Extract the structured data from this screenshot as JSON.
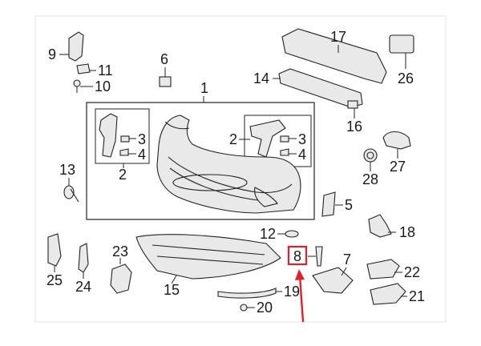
{
  "diagram": {
    "callouts": [
      "1",
      "2",
      "2",
      "3",
      "3",
      "4",
      "4",
      "5",
      "6",
      "7",
      "8",
      "9",
      "10",
      "11",
      "12",
      "13",
      "14",
      "15",
      "16",
      "17",
      "18",
      "19",
      "20",
      "21",
      "22",
      "23",
      "24",
      "25",
      "26",
      "27",
      "28"
    ],
    "colors": {
      "line": "#222222",
      "highlight": "#e0202a",
      "panel": "#ffffff",
      "border": "#e3e3e3"
    }
  }
}
